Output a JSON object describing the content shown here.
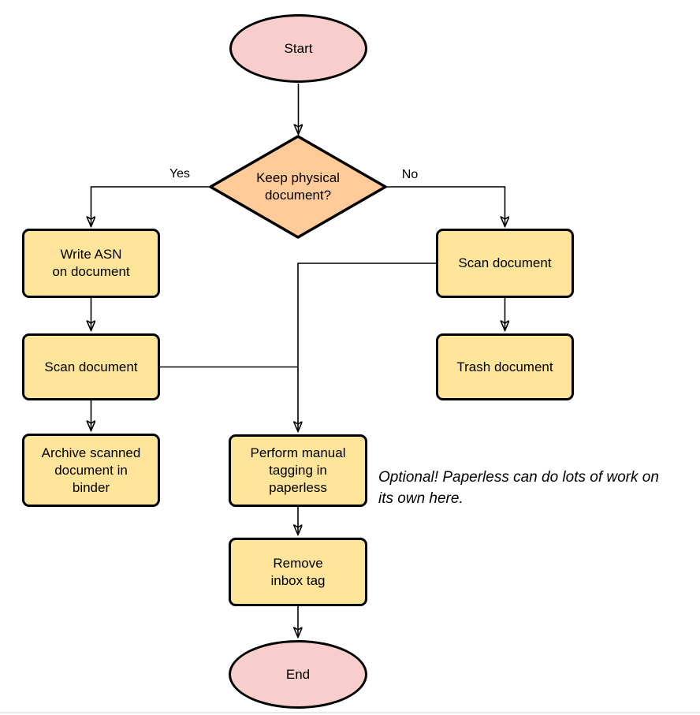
{
  "colors": {
    "terminal_fill": "#f8cecc",
    "decision_fill": "#ffcc99",
    "process_fill": "#ffe599",
    "stroke": "#000000",
    "divider": "#e8e8e8"
  },
  "nodes": {
    "start": {
      "label": "Start"
    },
    "decision": {
      "label": "Keep physical\ndocument?"
    },
    "write_asn": {
      "label": "Write ASN\non document"
    },
    "scan_left": {
      "label": "Scan document"
    },
    "archive": {
      "label": "Archive scanned\ndocument in\nbinder"
    },
    "scan_right": {
      "label": "Scan document"
    },
    "trash": {
      "label": "Trash document"
    },
    "tagging": {
      "label": "Perform manual\ntagging in\npaperless"
    },
    "remove_inbox": {
      "label": "Remove\ninbox tag"
    },
    "end": {
      "label": "End"
    }
  },
  "edge_labels": {
    "yes": "Yes",
    "no": "No"
  },
  "annotation": {
    "text": "Optional! Paperless can do lots of work on\nits own here."
  }
}
